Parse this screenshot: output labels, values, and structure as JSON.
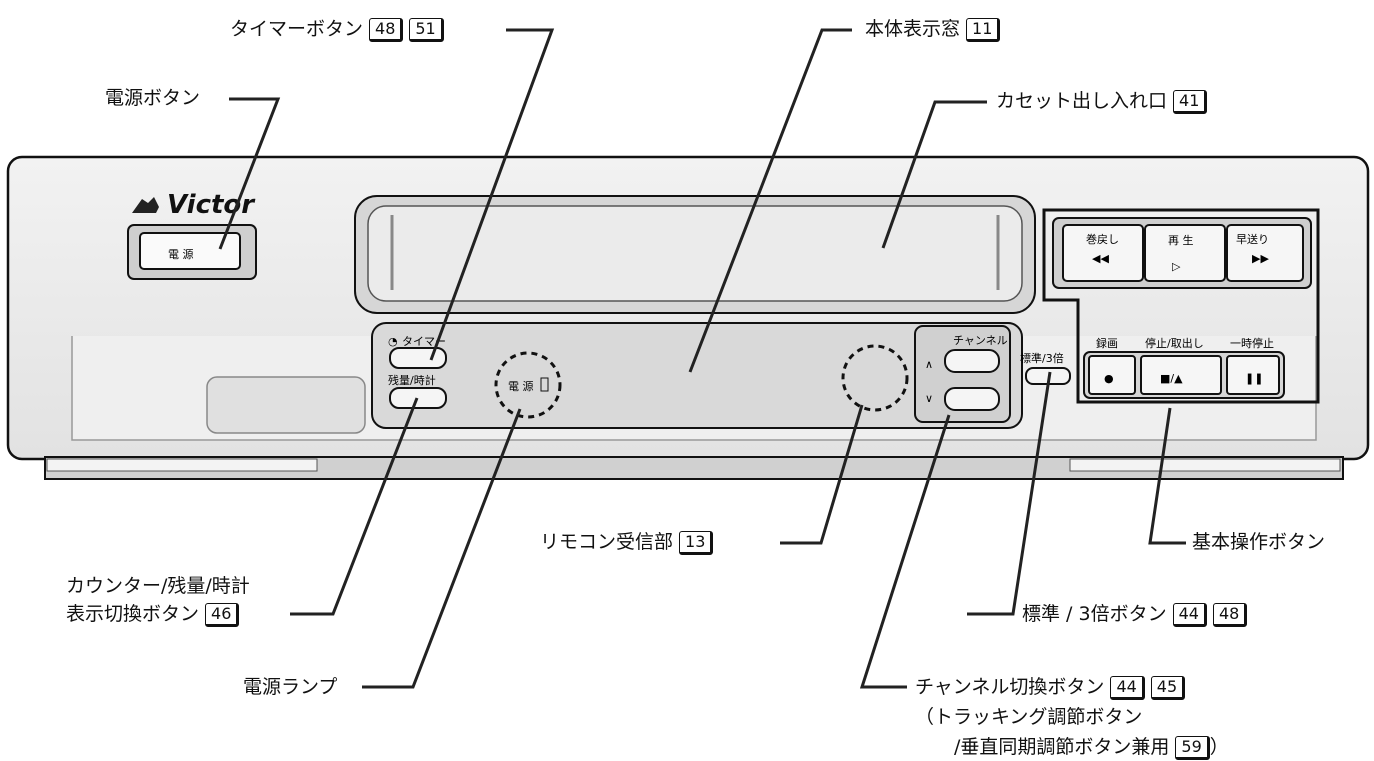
{
  "callouts": {
    "timer": {
      "text": "タイマーボタン",
      "refs": [
        "48",
        "51"
      ]
    },
    "display": {
      "text": "本体表示窓",
      "refs": [
        "11"
      ]
    },
    "power": {
      "text": "電源ボタン",
      "refs": []
    },
    "cassette": {
      "text": "カセット出し入れ口",
      "refs": [
        "41"
      ]
    },
    "remote": {
      "text": "リモコン受信部",
      "refs": [
        "13"
      ]
    },
    "basic_ops": {
      "text": "基本操作ボタン",
      "refs": []
    },
    "counter_line1": "カウンター/残量/時計",
    "counter_line2": {
      "text": "表示切換ボタン",
      "refs": [
        "46"
      ]
    },
    "speed": {
      "text": "標準 / 3倍ボタン",
      "refs": [
        "44",
        "48"
      ]
    },
    "power_lamp": {
      "text": "電源ランプ",
      "refs": []
    },
    "channel_line1": {
      "text": "チャンネル切換ボタン",
      "refs": [
        "44",
        "45"
      ]
    },
    "channel_line2": "（トラッキング調節ボタン",
    "channel_line3_text": "/垂直同期調節ボタン兼用",
    "channel_line3_ref": "59",
    "channel_line3_close": "）"
  },
  "device": {
    "brand": "Victor",
    "power_button": "電 源",
    "timer_label": "タイマー",
    "counter_label": "残量/時計",
    "lamp_label": "電 源",
    "channel_label": "チャンネル",
    "speed_label": "標準/3倍",
    "rewind_label": "巻戻し",
    "play_label": "再 生",
    "ff_label": "早送り",
    "record_label": "録画",
    "stop_label": "停止/取出し",
    "pause_label": "一時停止"
  }
}
